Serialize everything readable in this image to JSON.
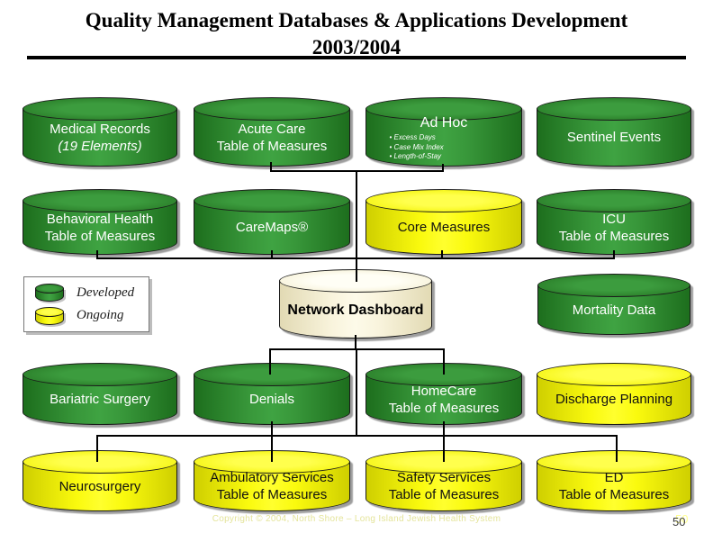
{
  "slide": {
    "title_line1": "Quality Management Databases & Applications Development",
    "title_line2": "2003/2004"
  },
  "legend": {
    "items": [
      {
        "label": "Developed",
        "status": "developed",
        "hex": "#2E8B2E"
      },
      {
        "label": "Ongoing",
        "status": "ongoing",
        "hex": "#FFFF00"
      }
    ]
  },
  "nodes": {
    "medical_records": {
      "line1": "Medical Records",
      "line2": "(19 Elements)",
      "status": "developed"
    },
    "acute_care": {
      "line1": "Acute Care",
      "line2": "Table of Measures",
      "status": "developed"
    },
    "ad_hoc": {
      "title": "Ad Hoc",
      "bullets": [
        "• Excess Days",
        "• Case Mix Index",
        "• Length-of-Stay"
      ],
      "status": "developed"
    },
    "sentinel_events": {
      "line1": "Sentinel Events",
      "status": "developed"
    },
    "behavioral_health": {
      "line1": "Behavioral Health",
      "line2": "Table of Measures",
      "status": "developed"
    },
    "caremaps": {
      "line1": "CareMaps®",
      "status": "developed"
    },
    "core_measures": {
      "line1": "Core Measures",
      "status": "ongoing"
    },
    "icu": {
      "line1": "ICU",
      "line2": "Table of Measures",
      "status": "developed"
    },
    "network_dashboard": {
      "line1": "Network Dashboard",
      "status": "dashboard"
    },
    "mortality_data": {
      "line1": "Mortality Data",
      "status": "developed"
    },
    "bariatric_surgery": {
      "line1": "Bariatric Surgery",
      "status": "developed"
    },
    "denials": {
      "line1": "Denials",
      "status": "developed"
    },
    "homecare": {
      "line1": "HomeCare",
      "line2": "Table of Measures",
      "status": "developed"
    },
    "discharge_planning": {
      "line1": "Discharge Planning",
      "status": "ongoing"
    },
    "neurosurgery": {
      "line1": "Neurosurgery",
      "status": "ongoing"
    },
    "ambulatory_services": {
      "line1": "Ambulatory Services",
      "line2": "Table of Measures",
      "status": "ongoing"
    },
    "safety_services": {
      "line1": "Safety Services",
      "line2": "Table of Measures",
      "status": "ongoing"
    },
    "ed": {
      "line1": "ED",
      "line2": "Table of Measures",
      "status": "ongoing"
    }
  },
  "footer": {
    "copyright": "Copyright © 2004, North Shore – Long Island Jewish Health System",
    "page_number": "50"
  },
  "palette": {
    "developed_green": "#2E8B2E",
    "ongoing_yellow": "#FFFF00",
    "dashboard_cream": "#FCF8E4",
    "connector": "#000000"
  }
}
